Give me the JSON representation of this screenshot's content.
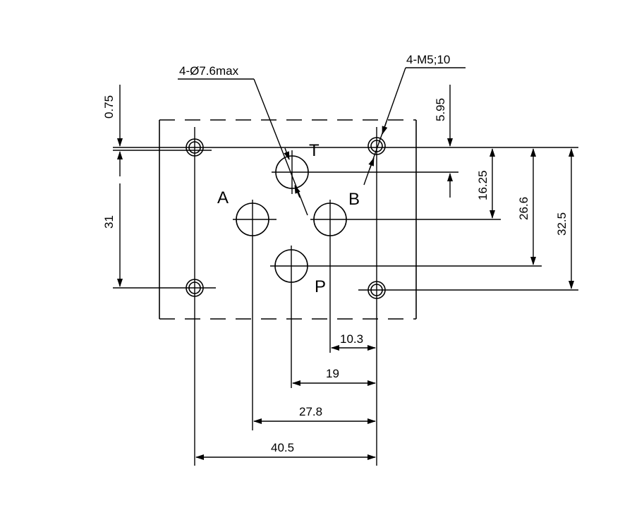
{
  "ports": {
    "T": "T",
    "B": "B",
    "A": "A",
    "P": "P"
  },
  "callouts": {
    "holes": "4-Ø7.6max",
    "threads": "4-M5;10"
  },
  "dims": {
    "d075": "0.75",
    "d595": "5.95",
    "d31": "31",
    "d1625": "16.25",
    "d266": "26.6",
    "d325": "32.5",
    "d103": "10.3",
    "d19": "19",
    "d278": "27.8",
    "d405": "40.5"
  }
}
